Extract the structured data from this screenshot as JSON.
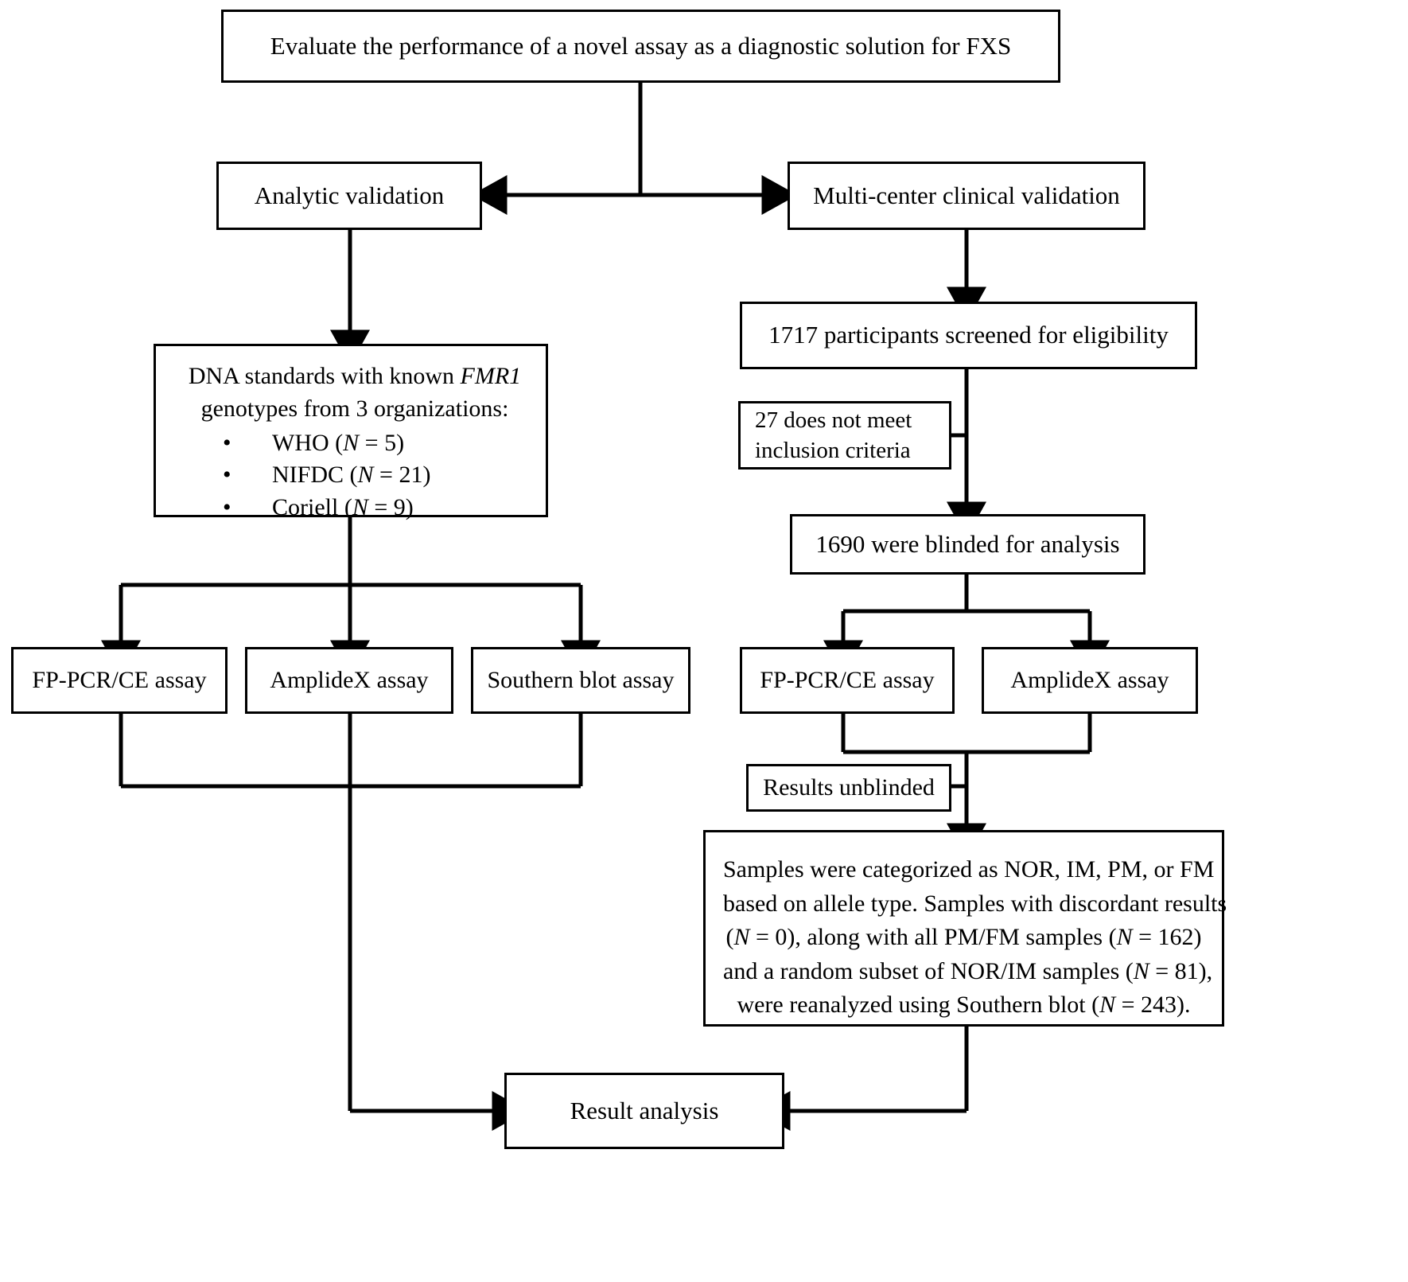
{
  "diagram": {
    "title_box": {
      "label": "Evaluate the performance of a novel assay as a diagnostic solution for FXS"
    },
    "branches": {
      "analytic": "Analytic validation",
      "clinical": "Multi-center clinical validation"
    },
    "analytic_arm": {
      "standards": {
        "lead_line1": "DNA standards with known ",
        "gene": "FMR1",
        "lead_line2": "genotypes from 3 organizations:",
        "bullets": [
          {
            "bullet": "•",
            "org": "WHO",
            "n_label": "N",
            "eq": " = ",
            "n_value": "5"
          },
          {
            "bullet": "•",
            "org": "NIFDC",
            "n_label": "N",
            "eq": " = ",
            "n_value": "21"
          },
          {
            "bullet": "•",
            "org": "Coriell",
            "n_label": "N",
            "eq": " = ",
            "n_value": "9"
          }
        ]
      },
      "assays": [
        "FP-PCR/CE assay",
        "AmplideX assay",
        "Southern blot assay"
      ]
    },
    "clinical_arm": {
      "screened": "1717 participants screened for eligibility",
      "excluded": "27 does not meet\ninclusion criteria",
      "blinded": "1690 were blinded for analysis",
      "assays": [
        "FP-PCR/CE assay",
        "AmplideX assay"
      ],
      "unblinded": "Results unblinded",
      "categorization_lines": [
        "Samples were categorized as NOR, IM, PM, or FM",
        "based on allele type. Samples with discordant results",
        "(N = 0), along with all PM/FM samples (N = 162)",
        "and a random subset of NOR/IM samples (N = 81),",
        "were reanalyzed using Southern blot (N = 243)."
      ],
      "categorization_parts": {
        "l1": "Samples were categorized as NOR, IM, PM, or FM",
        "l2": "based on allele type. Samples with discordant results",
        "l3a": "(",
        "l3n": "N",
        "l3b": " = 0), along with all PM/FM samples (",
        "l3n2": "N",
        "l3c": " = 162)",
        "l4a": "and a random subset of NOR/IM samples (",
        "l4n": "N",
        "l4b": " = 81),",
        "l5a": "were reanalyzed using Southern blot (",
        "l5n": "N",
        "l5b": " = 243)."
      }
    },
    "result_box": {
      "label": "Result analysis"
    },
    "style": {
      "line_color": "#000000",
      "box_fill": "#ffffff",
      "text_color": "#000000"
    }
  }
}
